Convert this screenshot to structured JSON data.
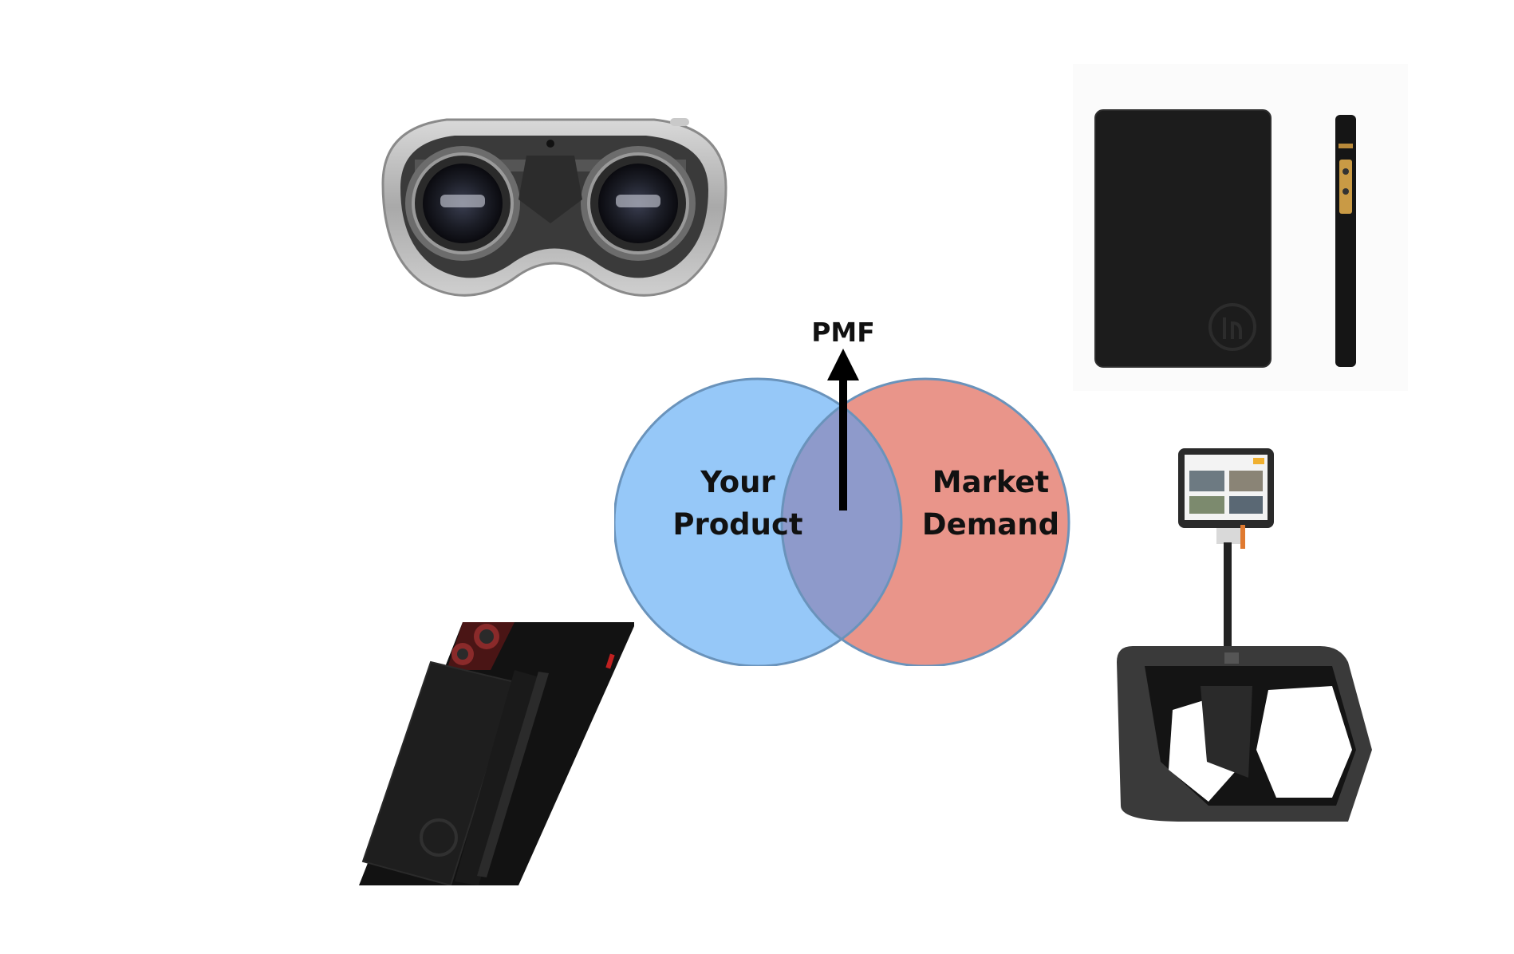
{
  "diagram": {
    "pmf_label": "PMF",
    "circles": [
      {
        "lines": [
          "Your",
          "Product"
        ],
        "color": "#96c8f8",
        "stroke": "#6a93bb"
      },
      {
        "lines": [
          "Market",
          "Demand"
        ],
        "color": "#e9958a",
        "stroke": "#6a93bb"
      }
    ],
    "overlap_color": "#8e9acb",
    "arrow_color": "#000000"
  },
  "products": {
    "top_left": "vr-headset-icon",
    "top_right": "notebook-and-pen-icon",
    "bottom_left": "wallet-phone-case-icon",
    "bottom_right": "tablet-stand-icon"
  }
}
